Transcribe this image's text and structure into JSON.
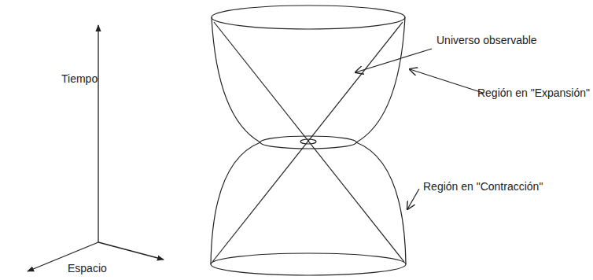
{
  "diagram": {
    "labels": [
      "Tiempo",
      "Espacio",
      "Universo observable",
      "Región en \"Expansión\"",
      "Región en \"Contracción\""
    ]
  }
}
